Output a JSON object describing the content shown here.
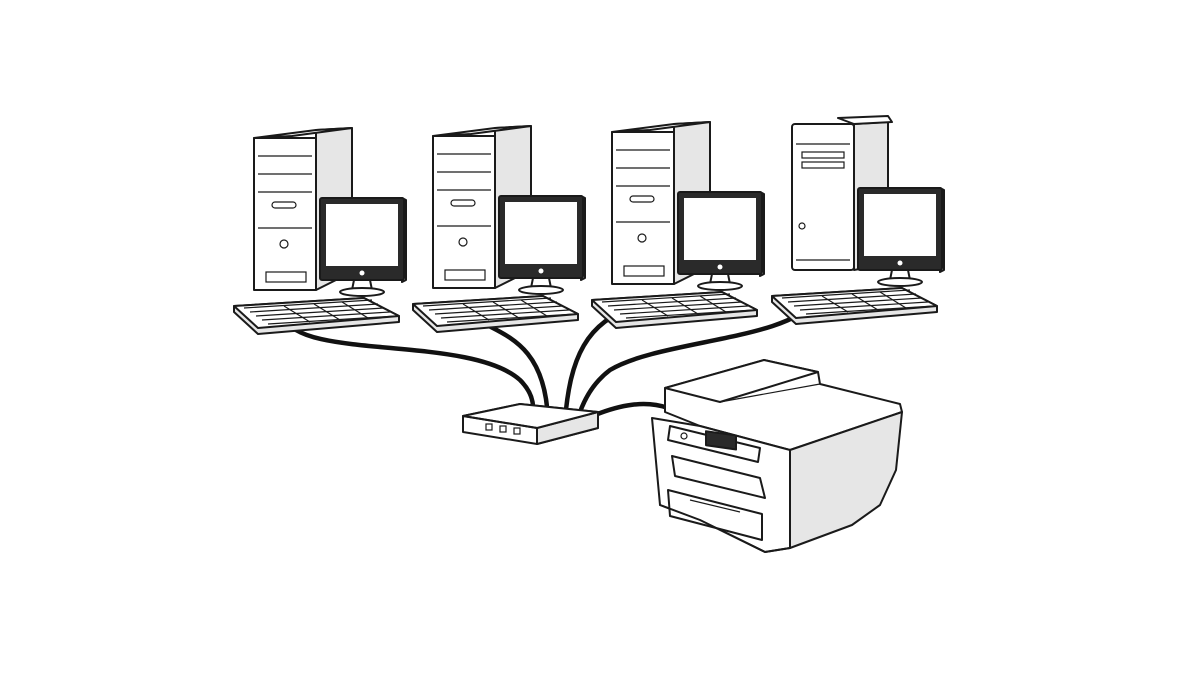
{
  "scene": {
    "background": "#ffffff",
    "line_color": "#1a1a1a",
    "computers": [
      {
        "id": "workstation-1",
        "icon": "tower-pc-icon"
      },
      {
        "id": "workstation-2",
        "icon": "tower-pc-icon"
      },
      {
        "id": "workstation-3",
        "icon": "tower-pc-icon"
      },
      {
        "id": "workstation-4",
        "icon": "tower-pc-icon"
      }
    ],
    "hub": {
      "icon": "network-hub-icon"
    },
    "printer": {
      "icon": "multifunction-printer-icon"
    }
  }
}
